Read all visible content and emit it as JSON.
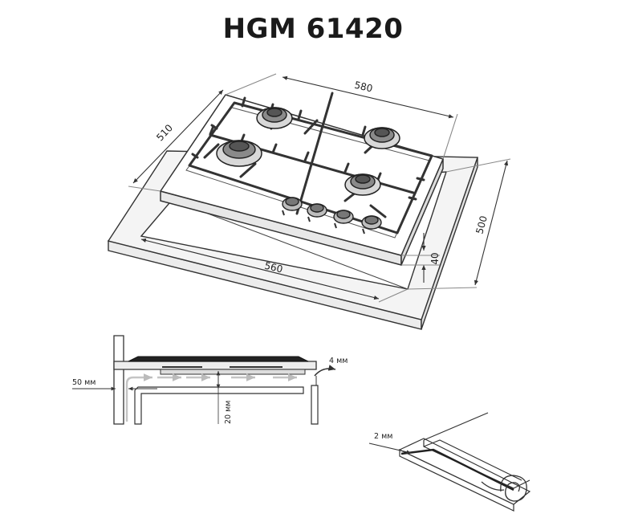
{
  "title": "HGM 61420",
  "main_view": {
    "dim_width": "580",
    "dim_depth": "510",
    "dim_cutout_width": "560",
    "dim_cutout_depth": "500",
    "dim_thickness": "40"
  },
  "ventilation_detail": {
    "label_side": "50 мм",
    "label_gap": "4 мм",
    "label_under": "20 мм"
  },
  "seal_detail": {
    "label_seal": "2 мм"
  }
}
